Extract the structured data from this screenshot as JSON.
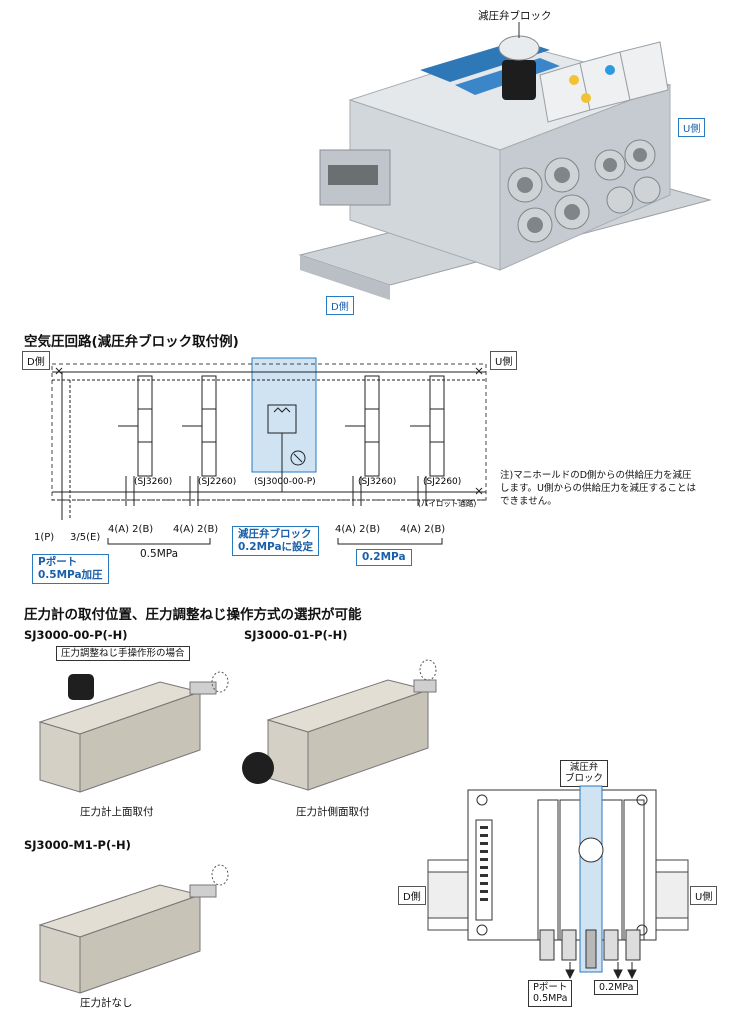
{
  "top_photo": {
    "callout": "減圧弁ブロック",
    "u_side": "U側",
    "d_side": "D側"
  },
  "circuit": {
    "title": "空気圧回路(減圧弁ブロック取付例)",
    "d_side": "D側",
    "u_side": "U側",
    "valves": [
      "(SJ3260)",
      "(SJ2260)",
      "(SJ3000-00-P)",
      "(SJ3260)",
      "(SJ2260)"
    ],
    "pilot": "(パイロット通路)",
    "port_p": "1(P)",
    "port_e": "3/5(E)",
    "port_ab": "4(A) 2(B)",
    "pressure_05": "0.5MPa",
    "p_port_label": "Pポート\n0.5MPa加圧",
    "reducer_label": "減圧弁ブロック\n0.2MPaに設定",
    "pressure_02": "0.2MPa",
    "note": "注)マニホールドのD側からの供給圧力を減圧します。U側からの供給圧力を減圧することはできません。"
  },
  "gauge_section": {
    "title": "圧力計の取付位置、圧力調整ねじ操作方式の選択が可能",
    "models": [
      {
        "name": "SJ3000-00-P(-H)",
        "caption": "圧力計上面取付",
        "note": "圧力調整ねじ手操作形の場合"
      },
      {
        "name": "SJ3000-01-P(-H)",
        "caption": "圧力計側面取付"
      },
      {
        "name": "SJ3000-M1-P(-H)",
        "caption": "圧力計なし"
      }
    ]
  },
  "bottom_view": {
    "callout": "減圧弁\nブロック",
    "d_side": "D側",
    "u_side": "U側",
    "p_port": "Pポート\n0.5MPa",
    "pressure": "0.2MPa"
  },
  "colors": {
    "accent_blue": "#2a7ac0",
    "highlight_fill": "#cfe3f3",
    "product_body": "#dfe3e6",
    "label_panel": "#2f78b8"
  }
}
